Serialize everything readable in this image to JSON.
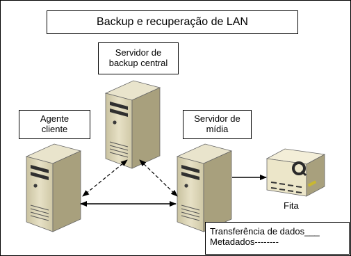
{
  "title": "Backup e recuperação de LAN",
  "nodes": {
    "central_server": {
      "line1": "Servidor de",
      "line2": "backup central"
    },
    "client_agent": {
      "line1": "Agente",
      "line2": "cliente"
    },
    "media_server": {
      "line1": "Servidor de",
      "line2": "mídia"
    },
    "tape": {
      "label": "Fita"
    }
  },
  "legend": {
    "data_transfer": "Transferência de dados___",
    "metadata": "Metadados--------"
  },
  "colors": {
    "server_body": "#d8d2b4",
    "server_shadow": "#a39b76",
    "server_dark": "#3b3b3b",
    "tape_body": "#ece6c9",
    "tape_accent": "#c9b830"
  }
}
